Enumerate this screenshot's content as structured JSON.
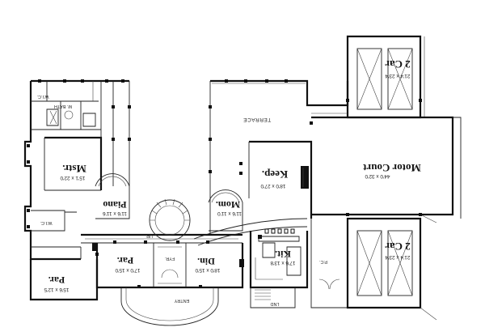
{
  "rooms": [
    {
      "key": "garage_top",
      "name": "2 Car",
      "dims": "21'4 x 23'4"
    },
    {
      "key": "garage_bottom",
      "name": "2 Car",
      "dims": "21'4 x 23'4"
    },
    {
      "key": "motor_court",
      "name": "Motor Court",
      "dims": "44'0 x 32'0"
    },
    {
      "key": "keep",
      "name": "Keep.",
      "dims": "18'0 x 27'0"
    },
    {
      "key": "mom",
      "name": "Mom.",
      "dims": "11'6 x 11'0"
    },
    {
      "key": "piano",
      "name": "Piano",
      "dims": "11'6 x 11'6"
    },
    {
      "key": "mstr",
      "name": "Mstr.",
      "dims": "15'1 x 22'0"
    },
    {
      "key": "par_left",
      "name": "Par.",
      "dims": "15'6 x 12'5"
    },
    {
      "key": "par_center",
      "name": "Par.",
      "dims": "17'0 x 15'0"
    },
    {
      "key": "din",
      "name": "Din.",
      "dims": "18'0 x 15'0"
    },
    {
      "key": "kit",
      "name": "Kit.",
      "dims": "17'6 x 13'8"
    }
  ],
  "labels": {
    "terrace": "TERRACE",
    "wic_top": "W.I.C.",
    "wic_bottom": "W.I.C.",
    "m_bath": "M. BATH",
    "up": "UP",
    "fyr": "FYR.",
    "entry": "ENTRY",
    "lnd": "LND",
    "pc": "P.C."
  }
}
